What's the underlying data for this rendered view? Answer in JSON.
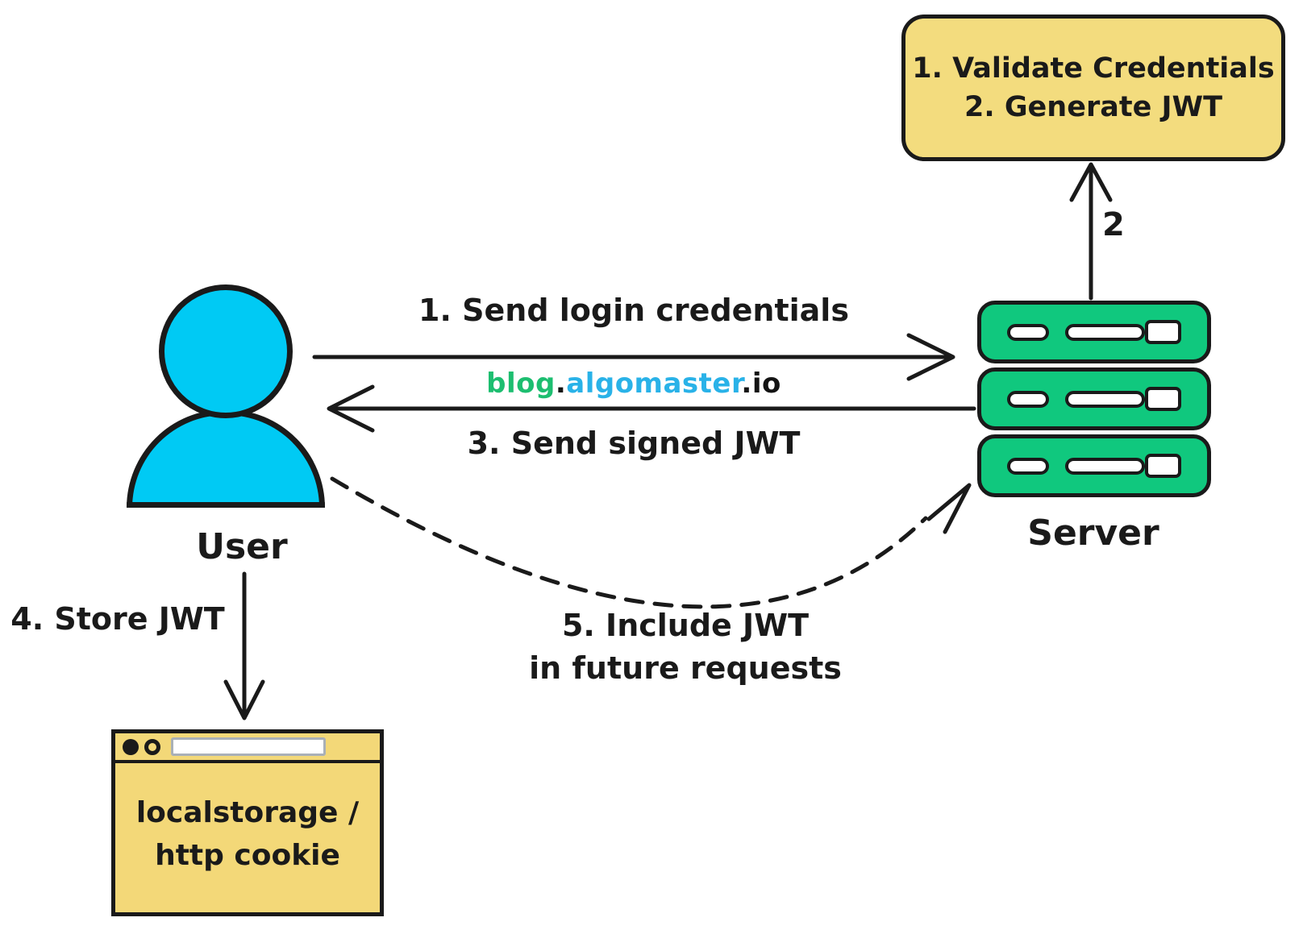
{
  "server_box": {
    "line1": "1. Validate Credentials",
    "line2": "2. Generate JWT"
  },
  "entities": {
    "user": "User",
    "server": "Server"
  },
  "steps": {
    "step1": "1. Send login credentials",
    "step2": "2",
    "step3": "3. Send signed JWT",
    "step4": "4. Store JWT",
    "step5_line1": "5. Include JWT",
    "step5_line2": "in future requests"
  },
  "storage_window": {
    "line1": "localstorage /",
    "line2": "http cookie"
  },
  "watermark": {
    "blog": "blog",
    "dot1": ".",
    "algomaster": "algomaster",
    "dot2": ".",
    "io": "io"
  },
  "colors": {
    "box_yellow": "#F3DC7E",
    "window_yellow": "#F3D878",
    "server_green": "#10C87E",
    "user_cyan": "#00CAF4",
    "ink": "#1A1A1A",
    "watermark_green": "#1DBE70",
    "watermark_blue": "#29B2E8"
  }
}
